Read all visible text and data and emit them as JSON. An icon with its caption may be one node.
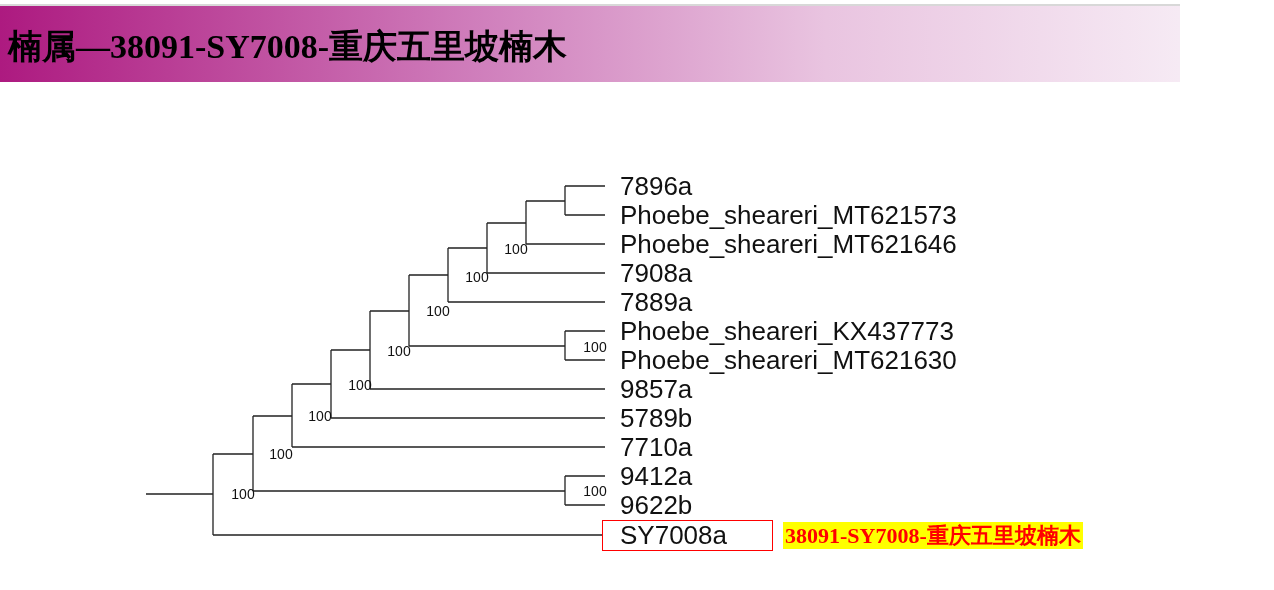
{
  "diagram": {
    "title": "楠属—38091-SY7008-重庆五里坡楠木",
    "nodes": [
      {
        "text": [
          "SY7008a"
        ]
      },
      {
        "text": [
          "38091-SY7008-重庆五里坡楠木"
        ]
      }
    ],
    "labels": [
      "7896a",
      "Phoebe_sheareri_MT621573",
      "Phoebe_sheareri_MT621646",
      "7908a",
      "7889a",
      "Phoebe_sheareri_KX437773",
      "Phoebe_sheareri_MT621630",
      "9857a",
      "5789b",
      "7710a",
      "9412a",
      "9622b",
      "100",
      "100",
      "100",
      "100",
      "100",
      "100",
      "100",
      "100",
      "100",
      "100"
    ]
  }
}
